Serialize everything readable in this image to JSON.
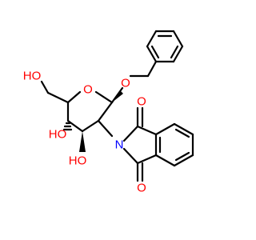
{
  "atoms": {
    "ho_top": "HO",
    "ring_o": "O",
    "glyco_o": "O",
    "n": "N",
    "carbonyl_o_top": "O",
    "carbonyl_o_bottom": "O",
    "ho_c4": "HO",
    "ho_c3": "HO"
  },
  "colors": {
    "oxygen": "#ff0000",
    "nitrogen": "#0000ff",
    "carbon": "#000000"
  }
}
